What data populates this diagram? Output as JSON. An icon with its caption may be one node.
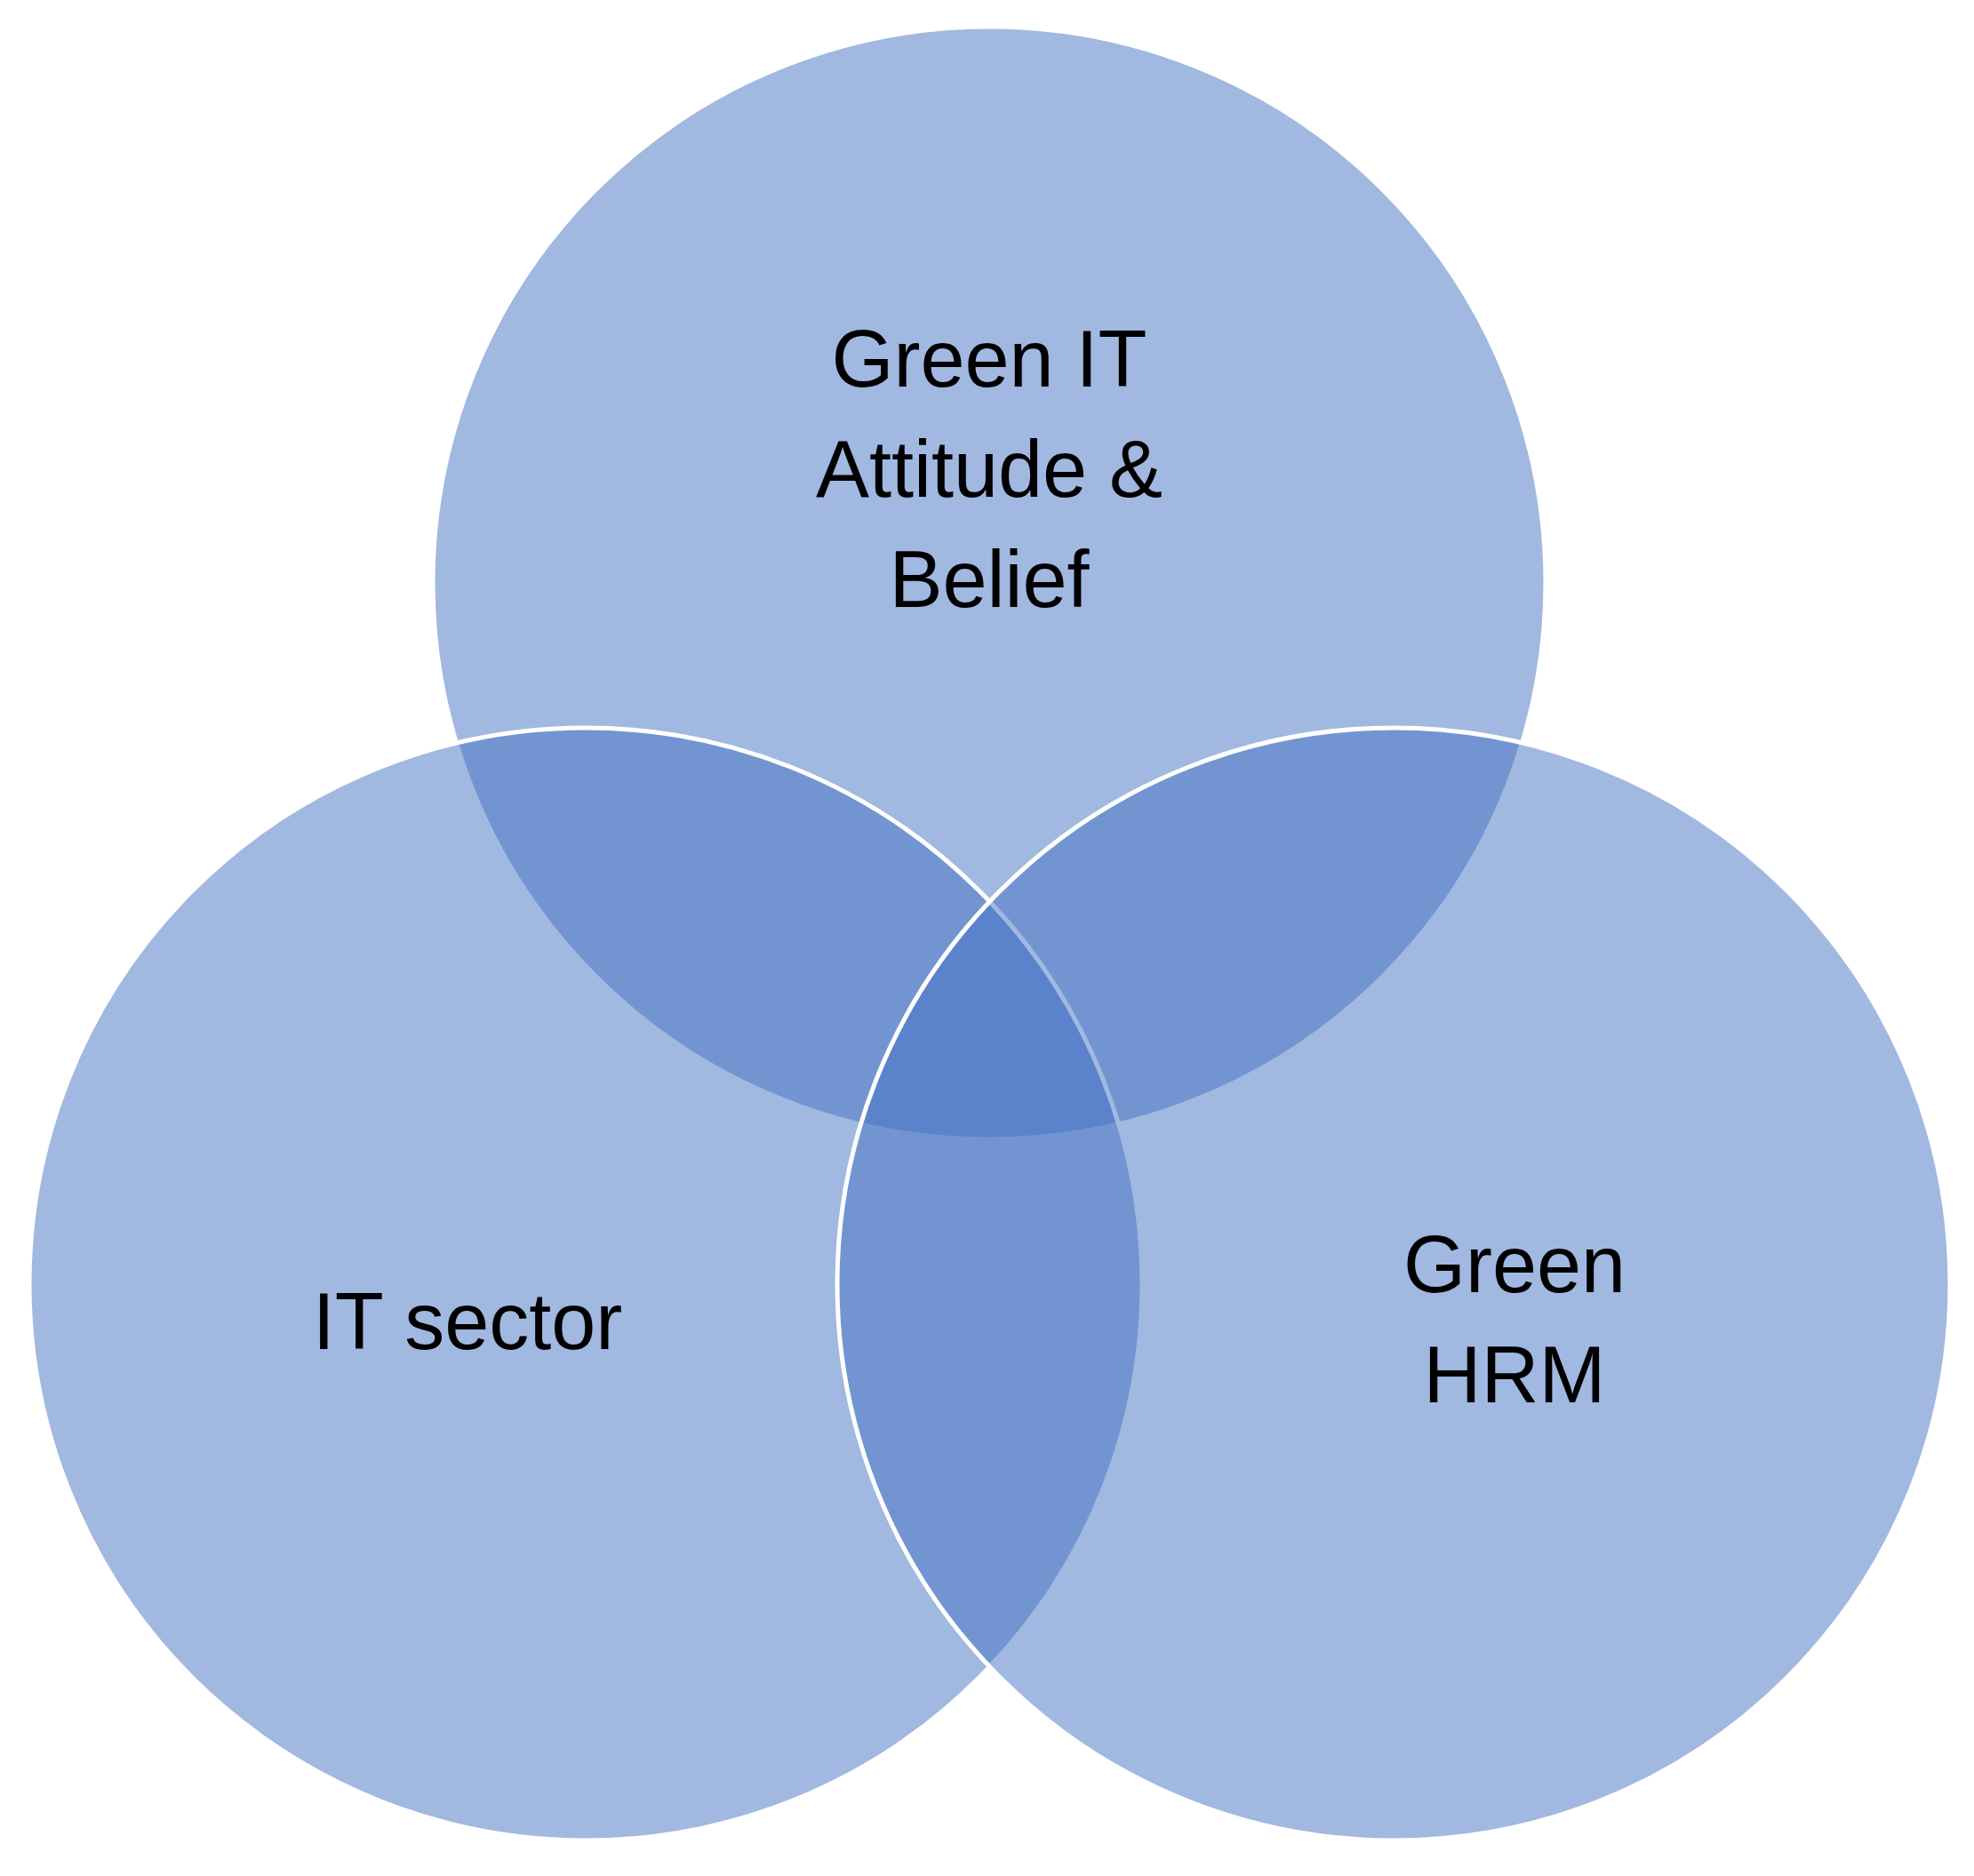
{
  "diagram": {
    "nodes": [
      {
        "text": [
          "Green IT Attitude & Belief"
        ]
      },
      {
        "text": [
          "IT sector"
        ]
      },
      {
        "text": [
          "Green HRM"
        ]
      }
    ]
  }
}
